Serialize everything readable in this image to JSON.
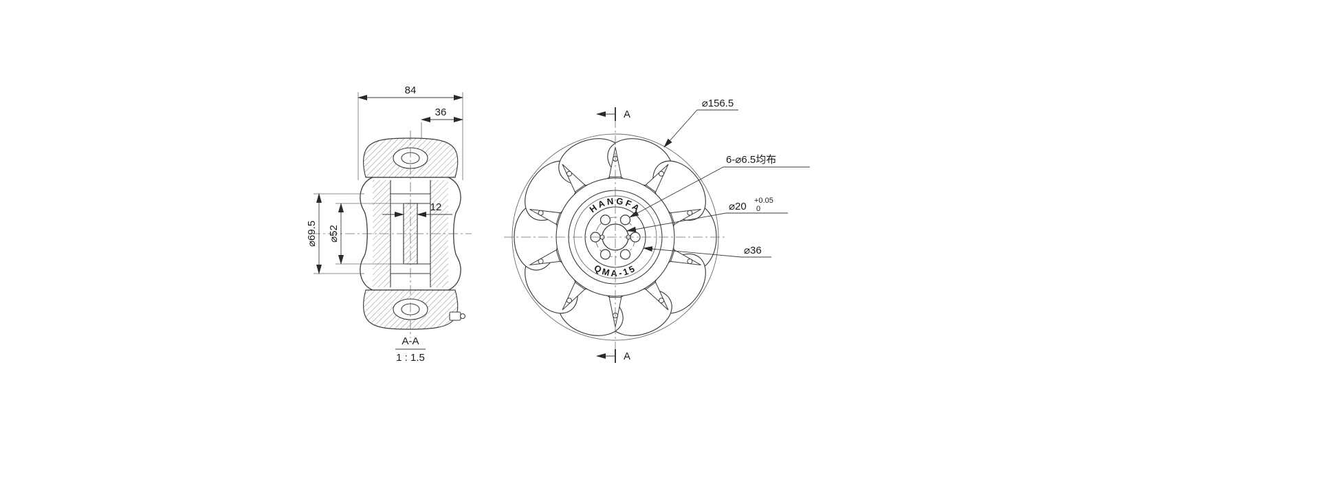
{
  "section_view": {
    "dim_width": "84",
    "dim_hub_width": "36",
    "dim_web": "12",
    "dia_roller": "⌀69.5",
    "dia_inner": "⌀52",
    "label": "A-A",
    "scale": "1 : 1.5"
  },
  "front_view": {
    "marker": "A",
    "dia_outer": "⌀156.5",
    "holes_note": "6-⌀6.5均布",
    "dia_bore": "⌀20",
    "bore_tol_upper": "+0.05",
    "bore_tol_lower": "0",
    "dia_hub": "⌀36",
    "brand_line1": "HANGFA",
    "brand_line2": "QMA-15"
  },
  "colors": {
    "line": "#3a3a3a",
    "background": "#ffffff"
  }
}
